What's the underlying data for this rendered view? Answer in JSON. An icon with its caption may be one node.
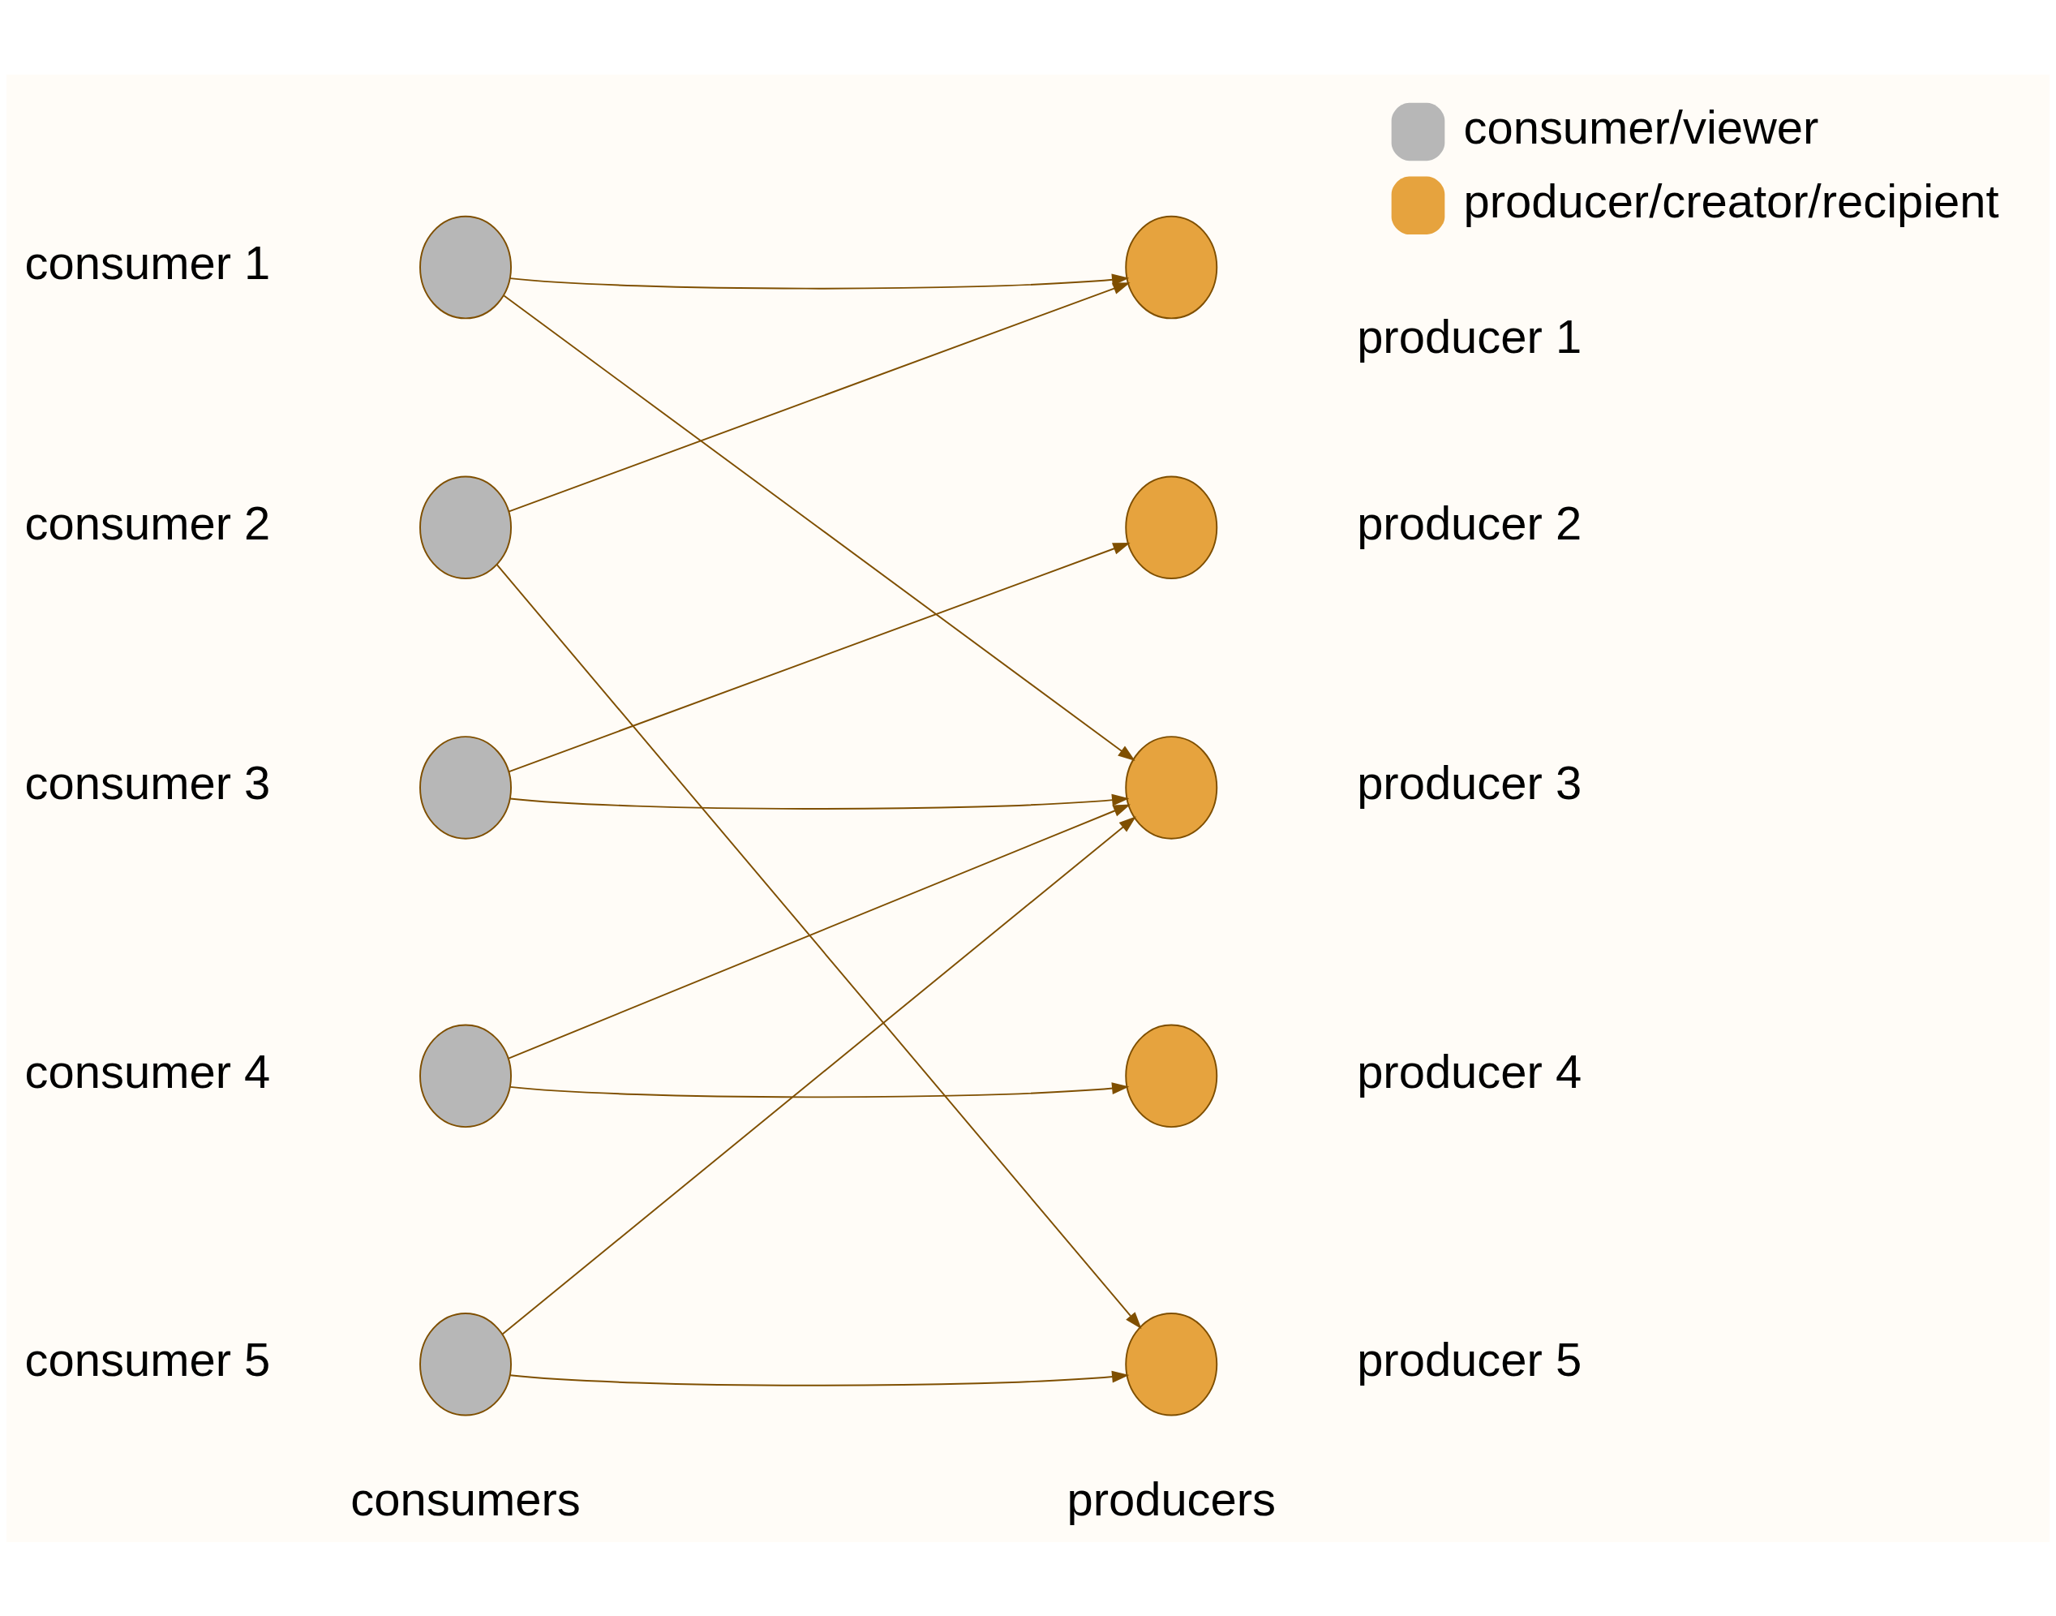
{
  "diagram": {
    "nodes": [
      {
        "text": [],
        "shape": "circle",
        "beside": [
          "consumer 1"
        ]
      },
      {
        "text": [],
        "shape": "circle",
        "beside": [
          "consumer 2"
        ]
      },
      {
        "text": [],
        "shape": "circle",
        "beside": [
          "consumer 3"
        ]
      },
      {
        "text": [],
        "shape": "circle",
        "beside": [
          "consumer 4"
        ]
      },
      {
        "text": [],
        "shape": "circle",
        "beside": [
          "consumer 5"
        ]
      },
      {
        "text": [],
        "shape": "circle",
        "beside": [
          "producer 1"
        ]
      },
      {
        "text": [],
        "shape": "circle",
        "beside": [
          "producer 2"
        ]
      },
      {
        "text": [],
        "shape": "circle",
        "beside": [
          "producer 3"
        ]
      },
      {
        "text": [],
        "shape": "circle",
        "beside": [
          "producer 4"
        ]
      },
      {
        "text": [],
        "shape": "circle",
        "beside": [
          "producer 5"
        ]
      }
    ],
    "edges": [
      {
        "from": 0,
        "to": 5,
        "arrow": "to"
      },
      {
        "from": 0,
        "to": 7,
        "arrow": "to"
      },
      {
        "from": 1,
        "to": 5,
        "arrow": "to"
      },
      {
        "from": 1,
        "to": 9,
        "arrow": "to"
      },
      {
        "from": 2,
        "to": 6,
        "arrow": "to"
      },
      {
        "from": 2,
        "to": 7,
        "arrow": "to"
      },
      {
        "from": 3,
        "to": 7,
        "arrow": "to"
      },
      {
        "from": 3,
        "to": 8,
        "arrow": "to"
      },
      {
        "from": 4,
        "to": 7,
        "arrow": "to"
      },
      {
        "from": 4,
        "to": 9,
        "arrow": "to"
      }
    ],
    "labels": [
      "consumers",
      "producers"
    ],
    "legend": [
      {
        "text": "consumer/viewer",
        "color": "#b7b7b7"
      },
      {
        "text": "producer/creator/recipient",
        "color": "#e6a33e"
      }
    ]
  }
}
